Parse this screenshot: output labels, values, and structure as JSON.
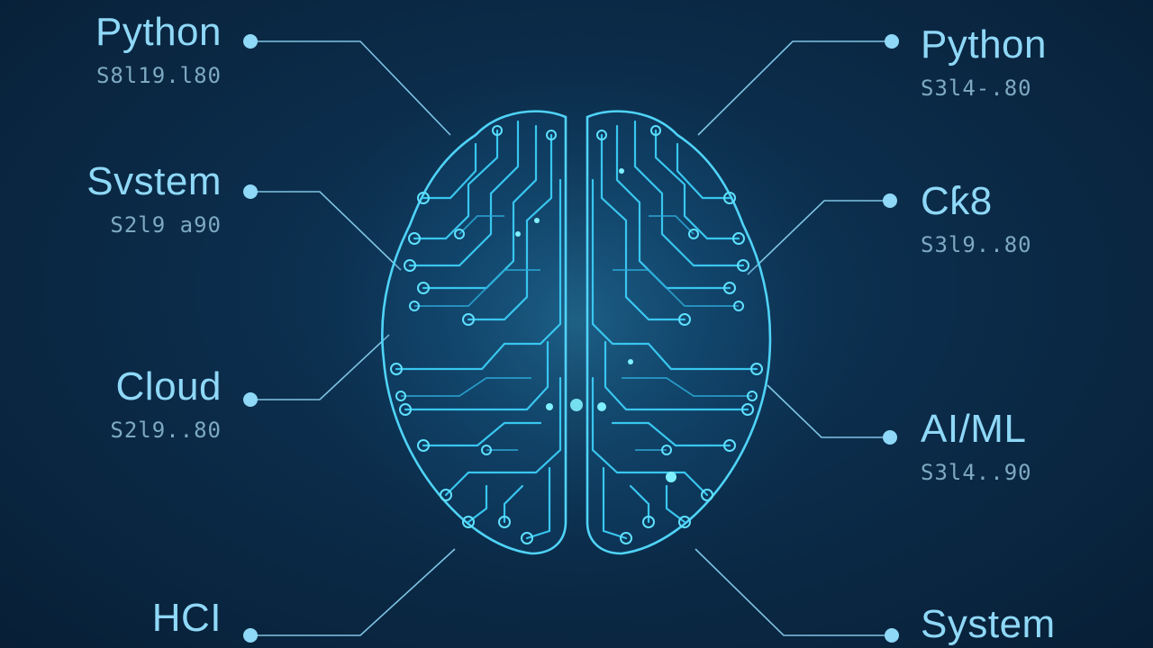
{
  "labels_left": [
    {
      "title": "Python",
      "price": "S8l19.l80"
    },
    {
      "title": "Svstem",
      "price": "S2l9 a90"
    },
    {
      "title": "Cloud",
      "price": "S2l9..80"
    },
    {
      "title": "HCI",
      "price": ""
    }
  ],
  "labels_right": [
    {
      "title": "Python",
      "price": "S3l4-.80"
    },
    {
      "title": "Cƙ8",
      "price": "S3l9..80"
    },
    {
      "title": "AI/ML",
      "price": "S3l4..90"
    },
    {
      "title": "System",
      "price": ""
    }
  ],
  "colors": {
    "background": "#0b2c4a",
    "accent": "#4fd3f7",
    "label": "#8fd8f7",
    "price": "#7ea9c2"
  },
  "icons": {
    "center": "circuit-brain-icon",
    "node": "connector-dot"
  }
}
